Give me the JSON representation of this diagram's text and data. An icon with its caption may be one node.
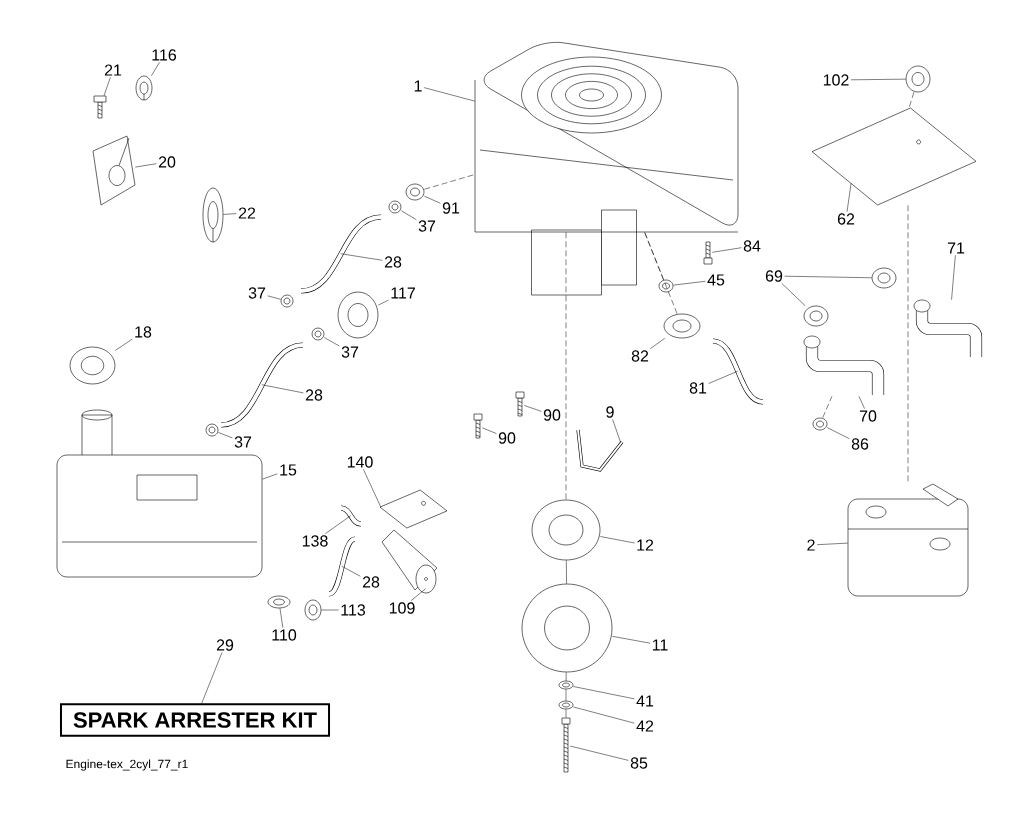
{
  "diagram": {
    "nodes": [
      {
        "text": [
          "1"
        ]
      },
      {
        "text": [],
        "shape": "picture"
      },
      {
        "text": [
          "116"
        ]
      },
      {
        "text": [],
        "shape": "picture"
      },
      {
        "text": [
          "21"
        ]
      },
      {
        "text": [],
        "shape": "picture"
      },
      {
        "text": [
          "20"
        ]
      },
      {
        "text": [],
        "shape": "picture"
      },
      {
        "text": [
          "22"
        ]
      },
      {
        "text": [],
        "shape": "picture"
      },
      {
        "text": [
          "91"
        ]
      },
      {
        "text": [],
        "shape": "picture"
      },
      {
        "text": [
          "37"
        ]
      },
      {
        "text": [],
        "shape": "picture"
      },
      {
        "text": [
          "28"
        ]
      },
      {
        "text": [],
        "shape": "picture"
      },
      {
        "text": [
          "37"
        ]
      },
      {
        "text": [],
        "shape": "picture"
      },
      {
        "text": [
          "117"
        ]
      },
      {
        "text": [],
        "shape": "picture"
      },
      {
        "text": [
          "18"
        ]
      },
      {
        "text": [],
        "shape": "picture"
      },
      {
        "text": [
          "37"
        ]
      },
      {
        "text": [],
        "shape": "picture"
      },
      {
        "text": [
          "28"
        ]
      },
      {
        "text": [],
        "shape": "picture"
      },
      {
        "text": [
          "37"
        ]
      },
      {
        "text": [],
        "shape": "picture"
      },
      {
        "text": [
          "15"
        ]
      },
      {
        "text": [],
        "shape": "picture"
      },
      {
        "text": [
          "140"
        ]
      },
      {
        "text": [],
        "shape": "picture"
      },
      {
        "text": [
          "138"
        ]
      },
      {
        "text": [],
        "shape": "picture"
      },
      {
        "text": [
          "28"
        ]
      },
      {
        "text": [],
        "shape": "picture"
      },
      {
        "text": [
          "113"
        ]
      },
      {
        "text": [],
        "shape": "picture"
      },
      {
        "text": [
          "110"
        ]
      },
      {
        "text": [],
        "shape": "picture"
      },
      {
        "text": [
          "109"
        ]
      },
      {
        "text": [],
        "shape": "picture"
      },
      {
        "text": [
          "29"
        ]
      },
      {
        "text": [
          "SPARK ARRESTER KIT"
        ]
      },
      {
        "text": [
          "12"
        ]
      },
      {
        "text": [],
        "shape": "picture"
      },
      {
        "text": [
          "11"
        ]
      },
      {
        "text": [],
        "shape": "picture"
      },
      {
        "text": [
          "41"
        ]
      },
      {
        "text": [],
        "shape": "picture"
      },
      {
        "text": [
          "42"
        ]
      },
      {
        "text": [],
        "shape": "picture"
      },
      {
        "text": [
          "85"
        ]
      },
      {
        "text": [],
        "shape": "picture"
      },
      {
        "text": [
          "9"
        ]
      },
      {
        "text": [],
        "shape": "picture"
      },
      {
        "text": [
          "90"
        ]
      },
      {
        "text": [],
        "shape": "picture"
      },
      {
        "text": [
          "90"
        ]
      },
      {
        "text": [],
        "shape": "picture"
      },
      {
        "text": [
          "82"
        ]
      },
      {
        "text": [],
        "shape": "picture"
      },
      {
        "text": [
          "81"
        ]
      },
      {
        "text": [],
        "shape": "picture"
      },
      {
        "text": [
          "45"
        ]
      },
      {
        "text": [],
        "shape": "picture"
      },
      {
        "text": [
          "84"
        ]
      },
      {
        "text": [],
        "shape": "picture"
      },
      {
        "text": [
          "102"
        ]
      },
      {
        "text": [],
        "shape": "picture"
      },
      {
        "text": [
          "62"
        ]
      },
      {
        "text": [],
        "shape": "picture"
      },
      {
        "text": [
          "69"
        ]
      },
      {
        "text": [],
        "shape": "picture"
      },
      {
        "text": [],
        "shape": "picture"
      },
      {
        "text": [
          "71"
        ]
      },
      {
        "text": [],
        "shape": "picture"
      },
      {
        "text": [
          "70"
        ]
      },
      {
        "text": [],
        "shape": "picture"
      },
      {
        "text": [
          "86"
        ]
      },
      {
        "text": [],
        "shape": "picture"
      },
      {
        "text": [
          "2"
        ]
      },
      {
        "text": [],
        "shape": "picture"
      }
    ],
    "edges": [
      {
        "from": 0,
        "to": 1,
        "arrow": "none"
      },
      {
        "from": 2,
        "to": 3,
        "arrow": "none"
      },
      {
        "from": 4,
        "to": 5,
        "arrow": "none"
      },
      {
        "from": 6,
        "to": 7,
        "arrow": "none"
      },
      {
        "from": 8,
        "to": 9,
        "arrow": "none"
      },
      {
        "from": 10,
        "to": 11,
        "arrow": "none"
      },
      {
        "from": 12,
        "to": 13,
        "arrow": "none"
      },
      {
        "from": 14,
        "to": 15,
        "arrow": "none"
      },
      {
        "from": 16,
        "to": 17,
        "arrow": "none"
      },
      {
        "from": 18,
        "to": 19,
        "arrow": "none"
      },
      {
        "from": 20,
        "to": 21,
        "arrow": "none"
      },
      {
        "from": 22,
        "to": 23,
        "arrow": "none"
      },
      {
        "from": 24,
        "to": 25,
        "arrow": "none"
      },
      {
        "from": 26,
        "to": 27,
        "arrow": "none"
      },
      {
        "from": 28,
        "to": 29,
        "arrow": "none"
      },
      {
        "from": 30,
        "to": 31,
        "arrow": "none"
      },
      {
        "from": 32,
        "to": 33,
        "arrow": "none"
      },
      {
        "from": 34,
        "to": 35,
        "arrow": "none"
      },
      {
        "from": 36,
        "to": 37,
        "arrow": "none"
      },
      {
        "from": 38,
        "to": 39,
        "arrow": "none"
      },
      {
        "from": 40,
        "to": 41,
        "arrow": "none"
      },
      {
        "from": 42,
        "to": 43,
        "arrow": "none"
      },
      {
        "from": 44,
        "to": 45,
        "arrow": "none"
      },
      {
        "from": 46,
        "to": 47,
        "arrow": "none"
      },
      {
        "from": 48,
        "to": 49,
        "arrow": "none"
      },
      {
        "from": 50,
        "to": 51,
        "arrow": "none"
      },
      {
        "from": 52,
        "to": 53,
        "arrow": "none"
      },
      {
        "from": 54,
        "to": 55,
        "arrow": "none"
      },
      {
        "from": 56,
        "to": 57,
        "arrow": "none"
      },
      {
        "from": 58,
        "to": 59,
        "arrow": "none"
      },
      {
        "from": 60,
        "to": 61,
        "arrow": "none"
      },
      {
        "from": 62,
        "to": 63,
        "arrow": "none"
      },
      {
        "from": 64,
        "to": 65,
        "arrow": "none"
      },
      {
        "from": 66,
        "to": 67,
        "arrow": "none"
      },
      {
        "from": 68,
        "to": 69,
        "arrow": "none"
      },
      {
        "from": 70,
        "to": 71,
        "arrow": "none"
      },
      {
        "from": 72,
        "to": 73,
        "arrow": "none"
      },
      {
        "from": 72,
        "to": 74,
        "arrow": "none"
      },
      {
        "from": 75,
        "to": 76,
        "arrow": "none"
      },
      {
        "from": 77,
        "to": 78,
        "arrow": "none"
      },
      {
        "from": 79,
        "to": 80,
        "arrow": "none"
      },
      {
        "from": 81,
        "to": 82,
        "arrow": "none"
      },
      {
        "from": 1,
        "to": 45,
        "arrow": "none",
        "style": "dashed"
      },
      {
        "from": 11,
        "to": 1,
        "arrow": "none",
        "style": "dashed"
      },
      {
        "from": 61,
        "to": 1,
        "arrow": "none",
        "style": "dashed"
      },
      {
        "from": 65,
        "to": 1,
        "arrow": "none",
        "style": "dashed"
      },
      {
        "from": 69,
        "to": 71,
        "arrow": "none",
        "style": "dashed"
      },
      {
        "from": 71,
        "to": 82,
        "arrow": "none",
        "style": "dashed"
      },
      {
        "from": 80,
        "to": 78,
        "arrow": "none",
        "style": "dashed"
      },
      {
        "from": 45,
        "to": 47,
        "arrow": "none"
      },
      {
        "from": 47,
        "to": 49,
        "arrow": "none"
      },
      {
        "from": 49,
        "to": 51,
        "arrow": "none"
      },
      {
        "from": 51,
        "to": 53,
        "arrow": "none"
      }
    ],
    "labels": [
      "Engine-tex_2cyl_77_r1"
    ]
  }
}
